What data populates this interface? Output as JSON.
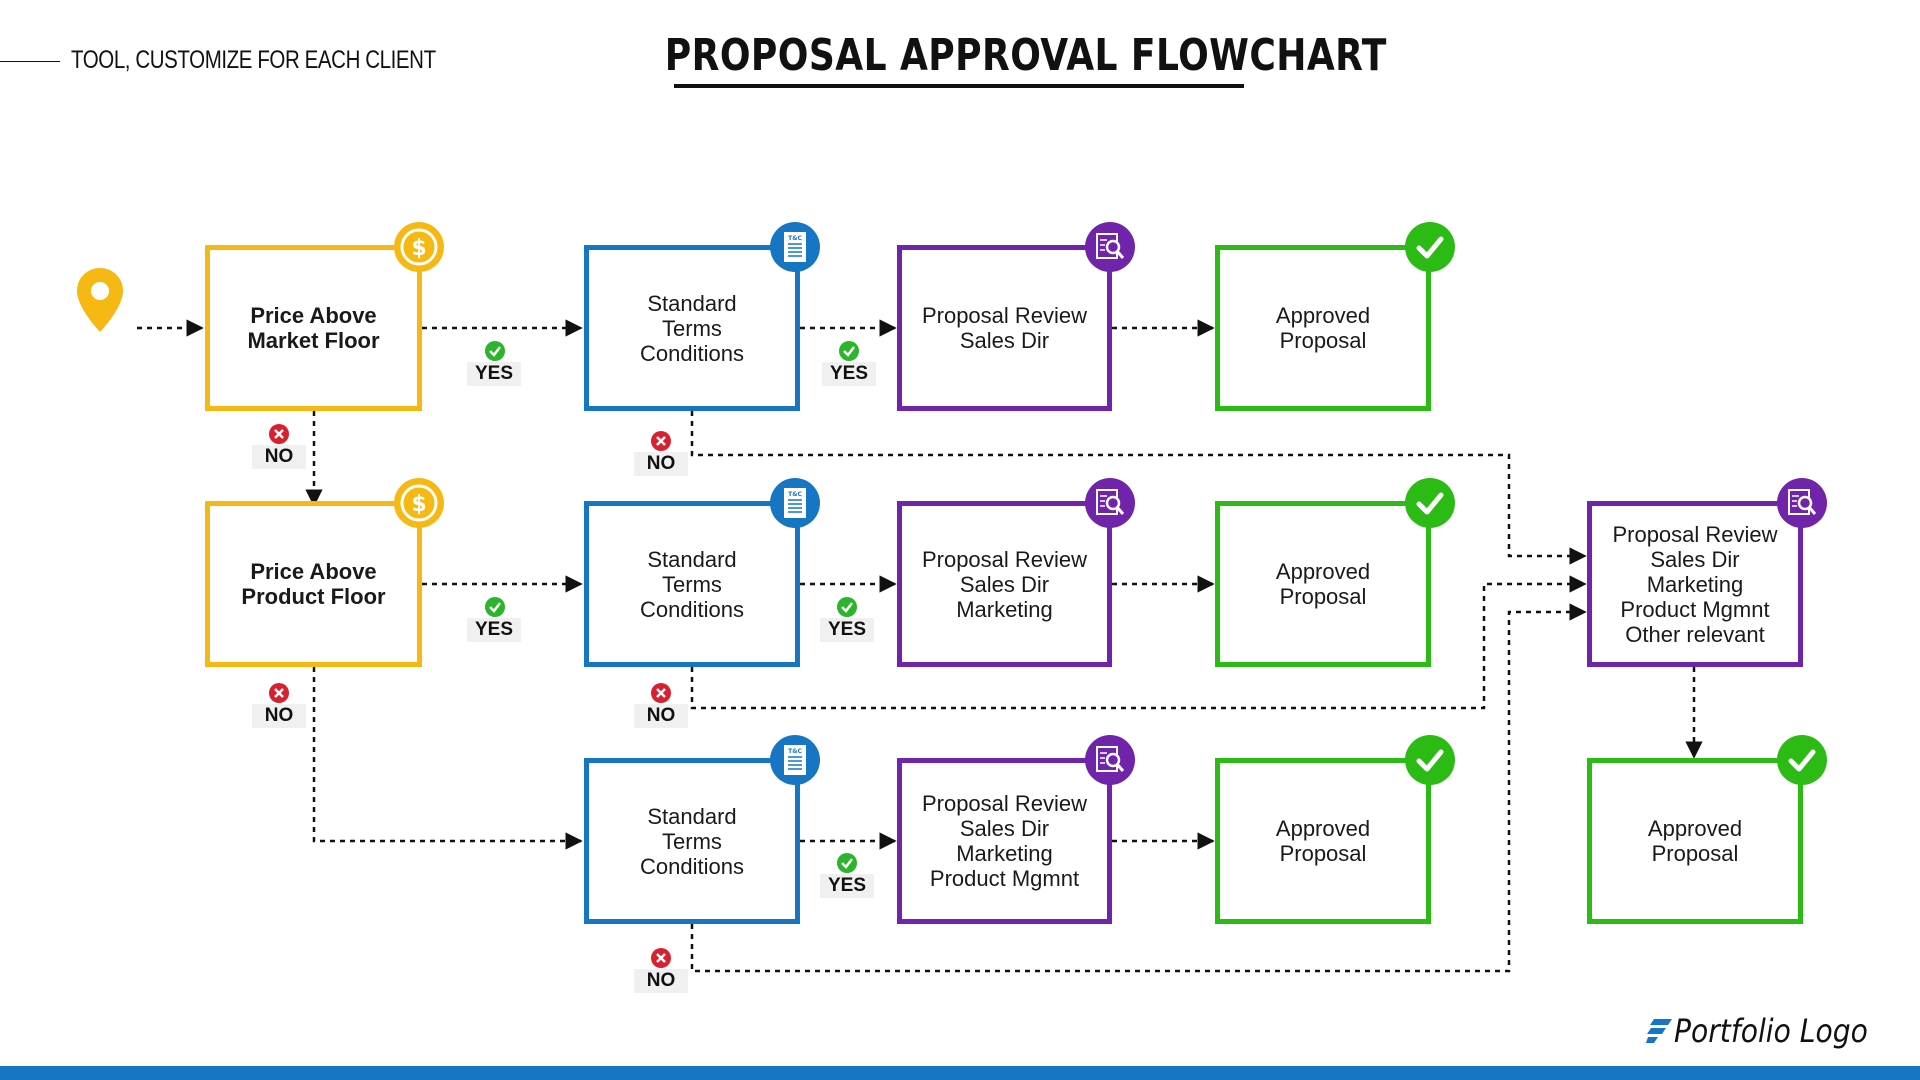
{
  "header": {
    "tag": "TOOL, CUSTOMIZE FOR EACH CLIENT",
    "title": "PROPOSAL APPROVAL FLOWCHART"
  },
  "colors": {
    "yellow": "#f6b914",
    "blue": "#1676c4",
    "purple": "#7024a9",
    "green": "#2cbb14",
    "red": "#d8202e",
    "check_green": "#2ab52a"
  },
  "nodes": {
    "price_market": {
      "label": "Price Above\nMarket Floor"
    },
    "price_product": {
      "label": "Price Above\nProduct Floor"
    },
    "terms_1": {
      "label": "Standard\nTerms\nConditions"
    },
    "terms_2": {
      "label": "Standard\nTerms\nConditions"
    },
    "terms_3": {
      "label": "Standard\nTerms\nConditions"
    },
    "review_1": {
      "label": "Proposal Review\nSales Dir"
    },
    "review_2": {
      "label": "Proposal Review\nSales Dir\nMarketing"
    },
    "review_3": {
      "label": "Proposal Review\nSales Dir\nMarketing\nProduct Mgmnt"
    },
    "review_4": {
      "label": "Proposal Review\nSales Dir\nMarketing\nProduct Mgmnt\nOther relevant"
    },
    "approved_1": {
      "label": "Approved\nProposal"
    },
    "approved_2": {
      "label": "Approved\nProposal"
    },
    "approved_3": {
      "label": "Approved\nProposal"
    },
    "approved_4": {
      "label": "Approved\nProposal"
    }
  },
  "edge_labels": {
    "yes": "YES",
    "no": "NO"
  },
  "badges": {
    "dollar": "dollar-icon",
    "terms": "terms-document-icon",
    "review": "review-magnifier-icon",
    "approved": "checkmark-icon",
    "terms_glyph": "T&C"
  },
  "footer": {
    "logo": "Portfolio Logo"
  }
}
